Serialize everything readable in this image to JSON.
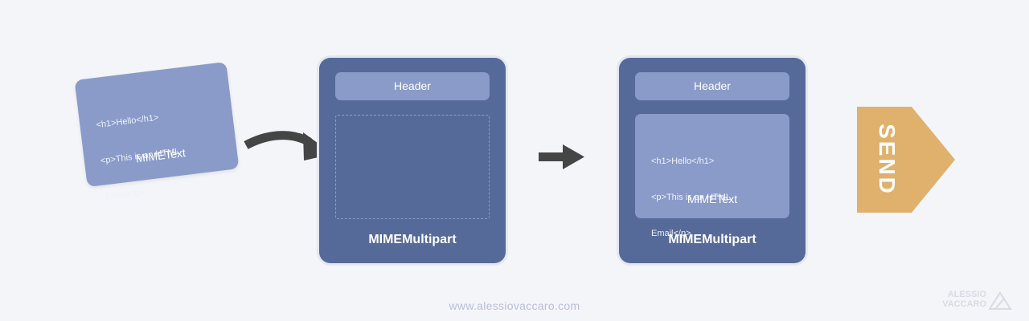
{
  "mimetext_card": {
    "code_lines": [
      "<h1>Hello</h1>",
      "<p>This is an HTML",
      "Email</p>"
    ],
    "label": "MIMEText"
  },
  "multipart_empty": {
    "header": "Header",
    "label": "MIMEMultipart"
  },
  "multipart_filled": {
    "header": "Header",
    "inner_code_lines": [
      "<h1>Hello</h1>",
      "<p>This is an HTML",
      "Email</p>"
    ],
    "inner_label": "MIMEText",
    "label": "MIMEMultipart"
  },
  "send": {
    "label": "SEND"
  },
  "footer": {
    "url": "www.alessiovaccaro.com",
    "logo_lines": [
      "ALESSIO",
      "VACCARO"
    ]
  },
  "colors": {
    "background": "#f4f5f8",
    "box_dark": "#566a99",
    "box_light": "#8a9bc9",
    "arrow": "#454545",
    "send": "#dfb16c"
  }
}
